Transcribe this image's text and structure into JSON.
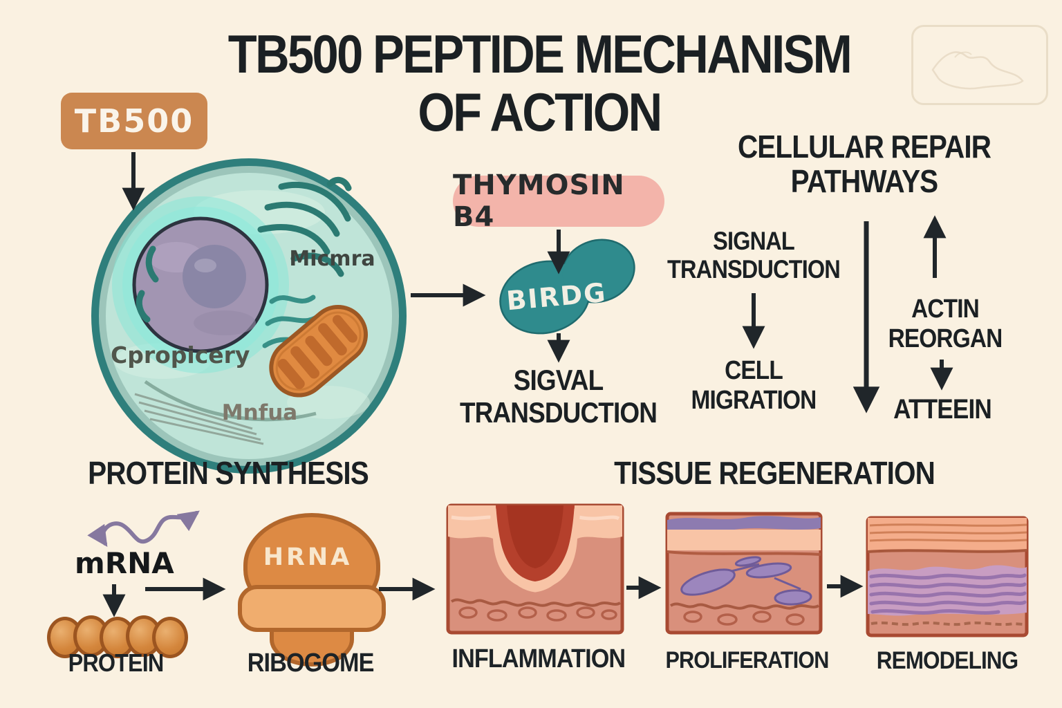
{
  "title": {
    "line1": "TB500 PEPTIDE MECHANISM",
    "line2": "OF ACTION"
  },
  "badges": {
    "tb500": "TB500",
    "thymosin": "THYMOSIN B4",
    "birdg": "BIRDG"
  },
  "cell_labels": {
    "top": "Micmra",
    "left": "Cpropicery",
    "bottom": "Mnfua"
  },
  "flow_center": {
    "sigval_line1": "SIGVAL",
    "sigval_line2": "TRANSDUCTION"
  },
  "repair_section": {
    "heading_line1": "CELLULAR REPAIR",
    "heading_line2": "PATHWAYS",
    "signal_line1": "SIGNAL",
    "signal_line2": "TRANSDUCTION",
    "migration_line1": "CELL",
    "migration_line2": "MIGRATION",
    "actin_line1": "ACTIN",
    "actin_line2": "REORGAN",
    "atteein": "ATTEEIN"
  },
  "protein_section": {
    "heading": "PROTEIN SYNTHESIS",
    "mrna": "mRNA",
    "protein": "PROTEIN",
    "ribosome_text": "HRNA",
    "ribosome_label": "RIBOGOME"
  },
  "tissue_section": {
    "heading": "TISSUE REGENERATION",
    "stages": [
      {
        "label": "INFLAMMATION"
      },
      {
        "label": "PROLIFERATION"
      },
      {
        "label": "REMODELING"
      }
    ]
  },
  "colors": {
    "background": "#faf1e1",
    "ink": "#1d2327",
    "tb500_orange": "#cb8750",
    "thymosin_pink": "#f3b4aa",
    "signal_teal": "#2f8b8d",
    "cell_interior_teal": "#bfe4d8",
    "nucleus_purple": "#a295b2",
    "mito_orange": "#e08a41",
    "tissue_pink": "#d9907c",
    "fibroblast_purple": "#9c86bd"
  }
}
